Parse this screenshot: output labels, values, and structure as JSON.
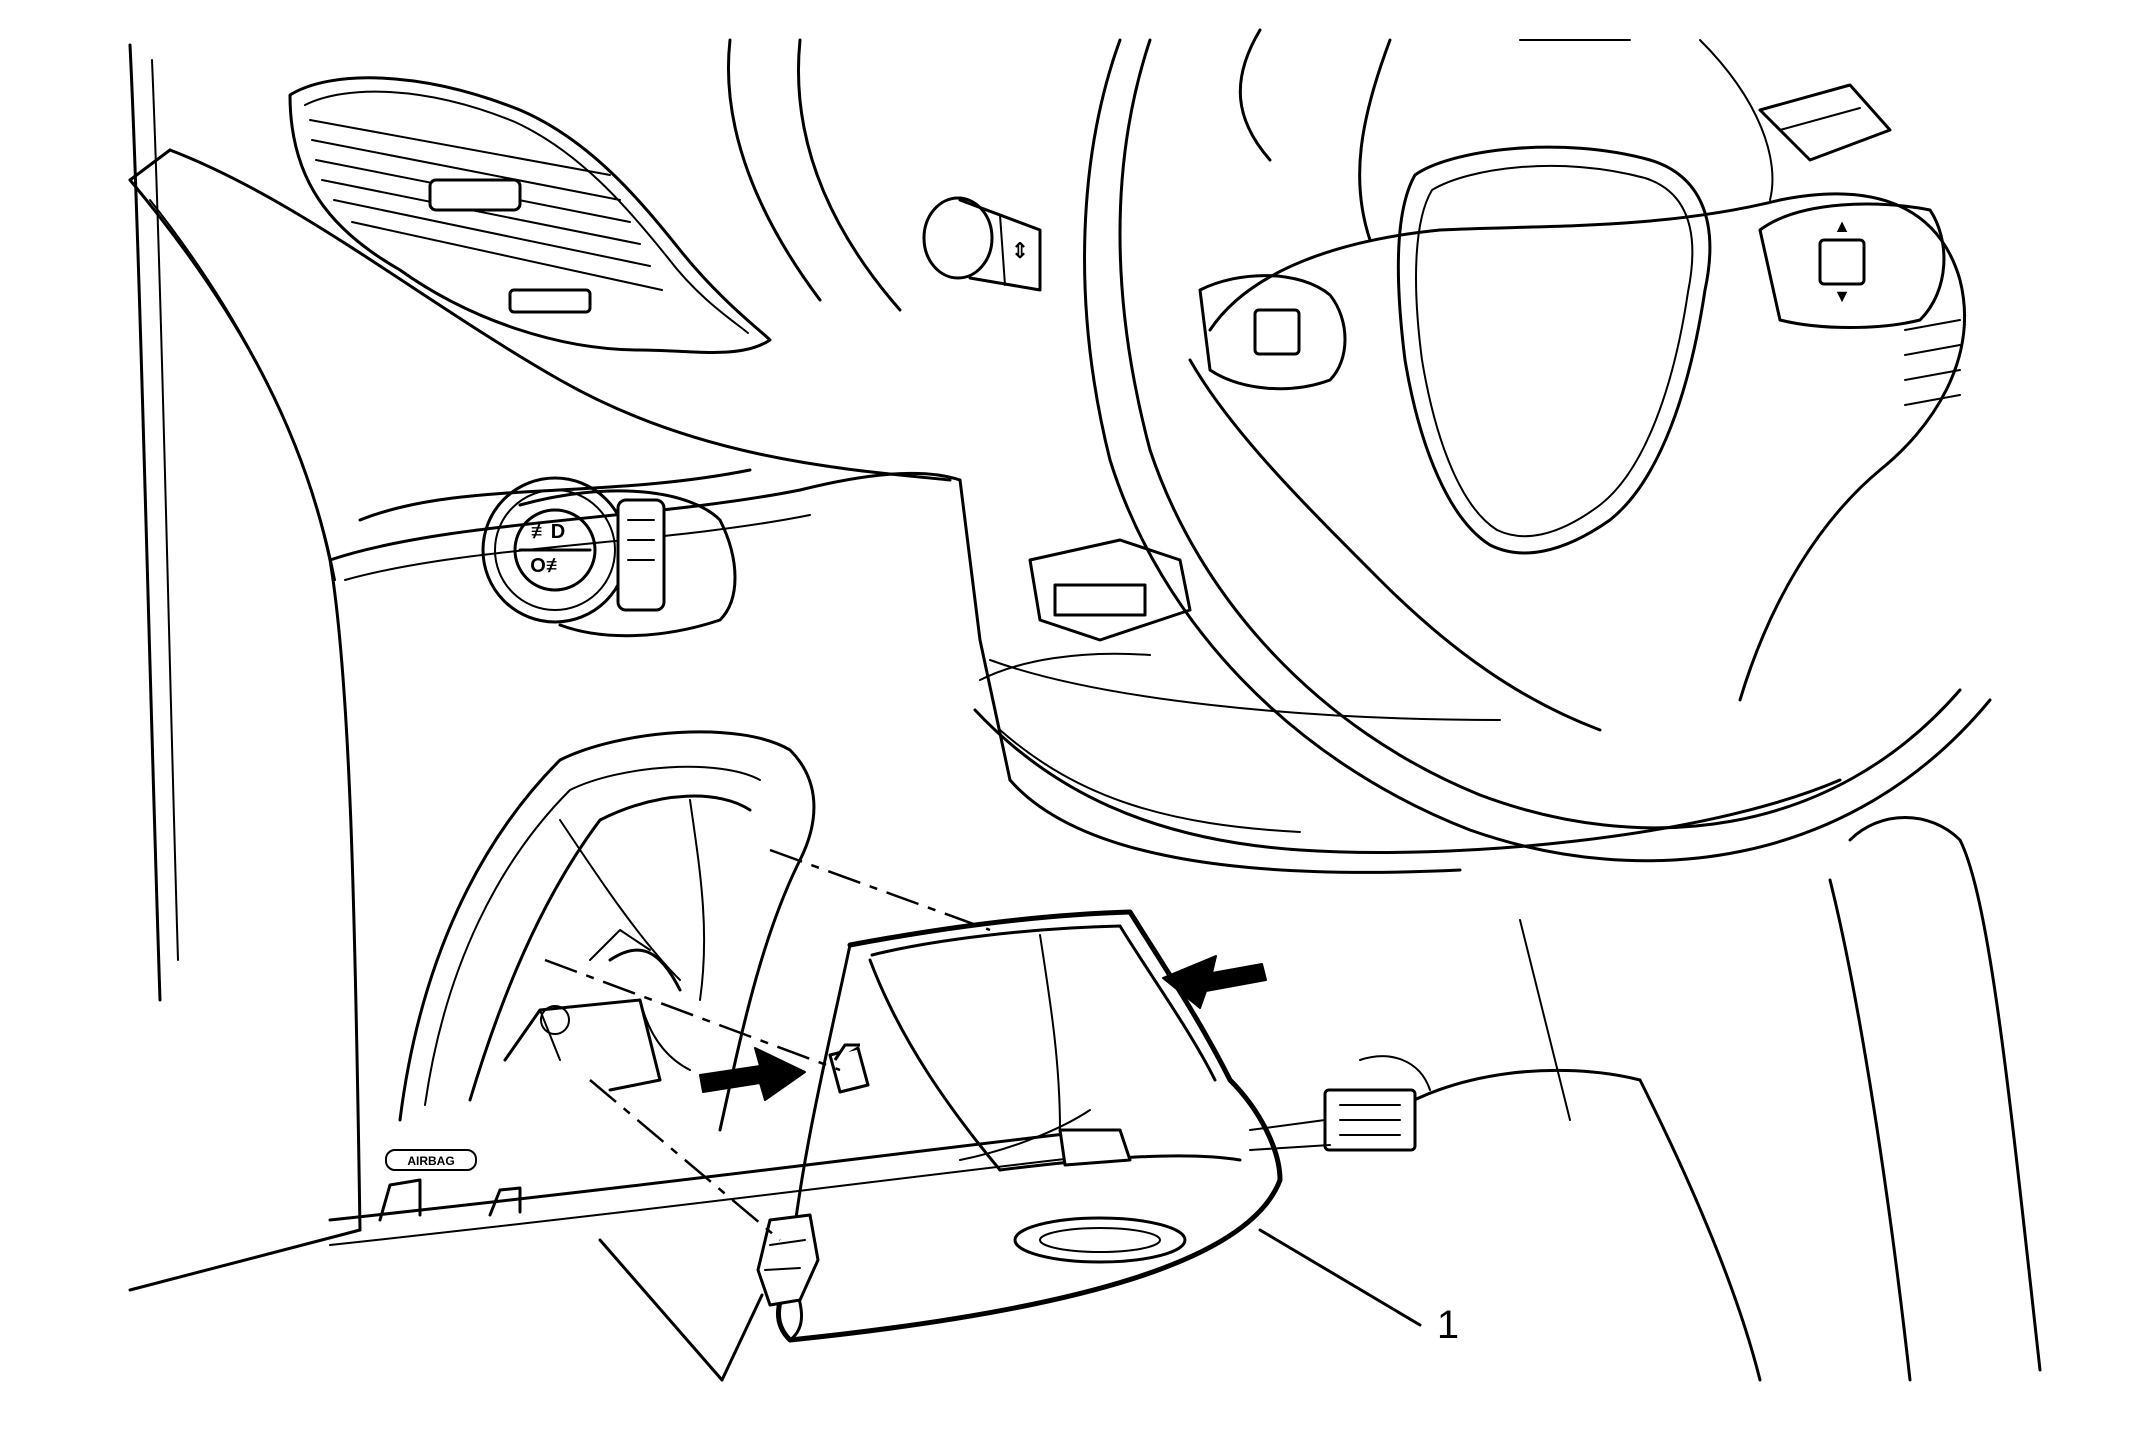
{
  "diagram": {
    "callouts": [
      {
        "id": "1",
        "label": "1"
      }
    ],
    "embossed_text": {
      "airbag": "AIRBAG"
    },
    "switch_symbols": {
      "front_fog": "≢D",
      "rear_fog": "O≢"
    },
    "arrows": [
      {
        "name": "right-pointing-arrow",
        "direction": "right"
      },
      {
        "name": "left-pointing-arrow",
        "direction": "left"
      }
    ],
    "colors": {
      "line": "#000000",
      "background": "#ffffff"
    }
  }
}
